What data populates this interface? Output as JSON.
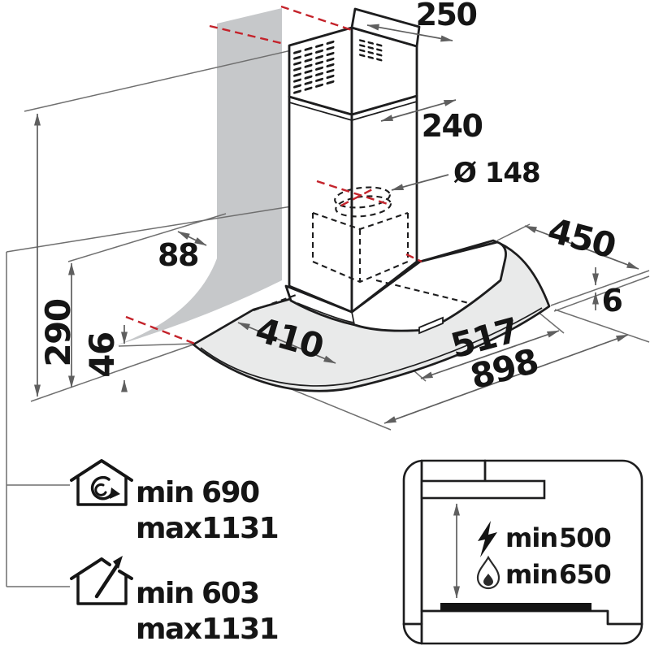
{
  "colors": {
    "outline": "#1d1d1e",
    "dimension_lines": "#5f5f5f",
    "wall_shade": "#c6c8ca",
    "glass_shade": "#e9eaea",
    "red_dashed": "#c4232b",
    "text": "#151515"
  },
  "dimensions": {
    "top_duct_depth": "250",
    "chimney_width": "240",
    "outlet_diameter": "Ø 148",
    "wall_offset": "88",
    "lower_section_height": "290",
    "glass_edge_height": "46",
    "canopy_depth": "450",
    "glass_thickness": "6",
    "inner_width": "410",
    "body_width": "517",
    "total_width": "898"
  },
  "installation_heights": {
    "recirculation": {
      "min_label": "min",
      "min_value": "690",
      "max_label": "max",
      "max_value": "1131"
    },
    "ducted": {
      "min_label": "min",
      "min_value": "603",
      "max_label": "max",
      "max_value": "1131"
    }
  },
  "cooktop_clearances": {
    "electric": {
      "label": "min",
      "value": "500"
    },
    "gas": {
      "label": "min",
      "value": "650"
    }
  },
  "icons": {
    "recirculation": "recirculation-house-icon",
    "ducted": "extraction-house-icon",
    "electric": "lightning-bolt-icon",
    "gas": "flame-icon"
  }
}
